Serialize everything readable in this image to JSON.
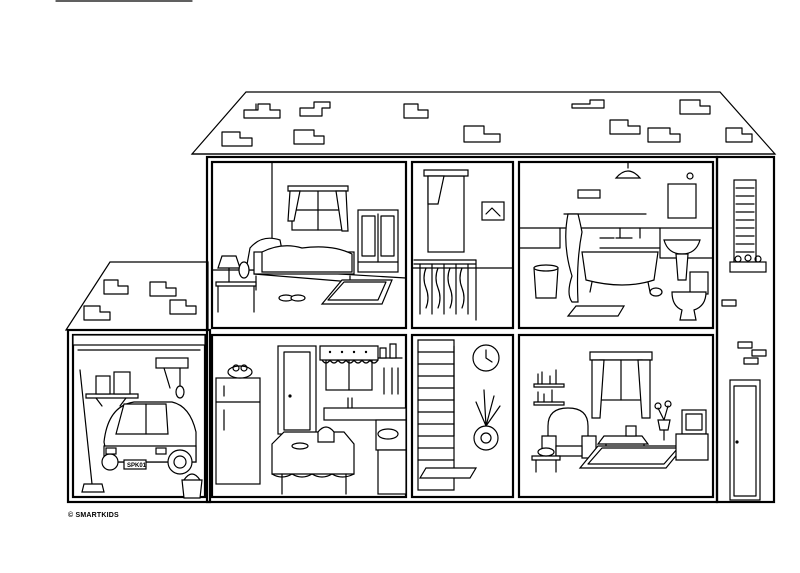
{
  "credit": "© SMARTKIDS",
  "illustration": {
    "rooms": [
      "bedroom",
      "hallway",
      "bathroom",
      "garage",
      "kitchen",
      "staircase",
      "living-room"
    ],
    "line_color": "#000000",
    "background": "#ffffff"
  }
}
